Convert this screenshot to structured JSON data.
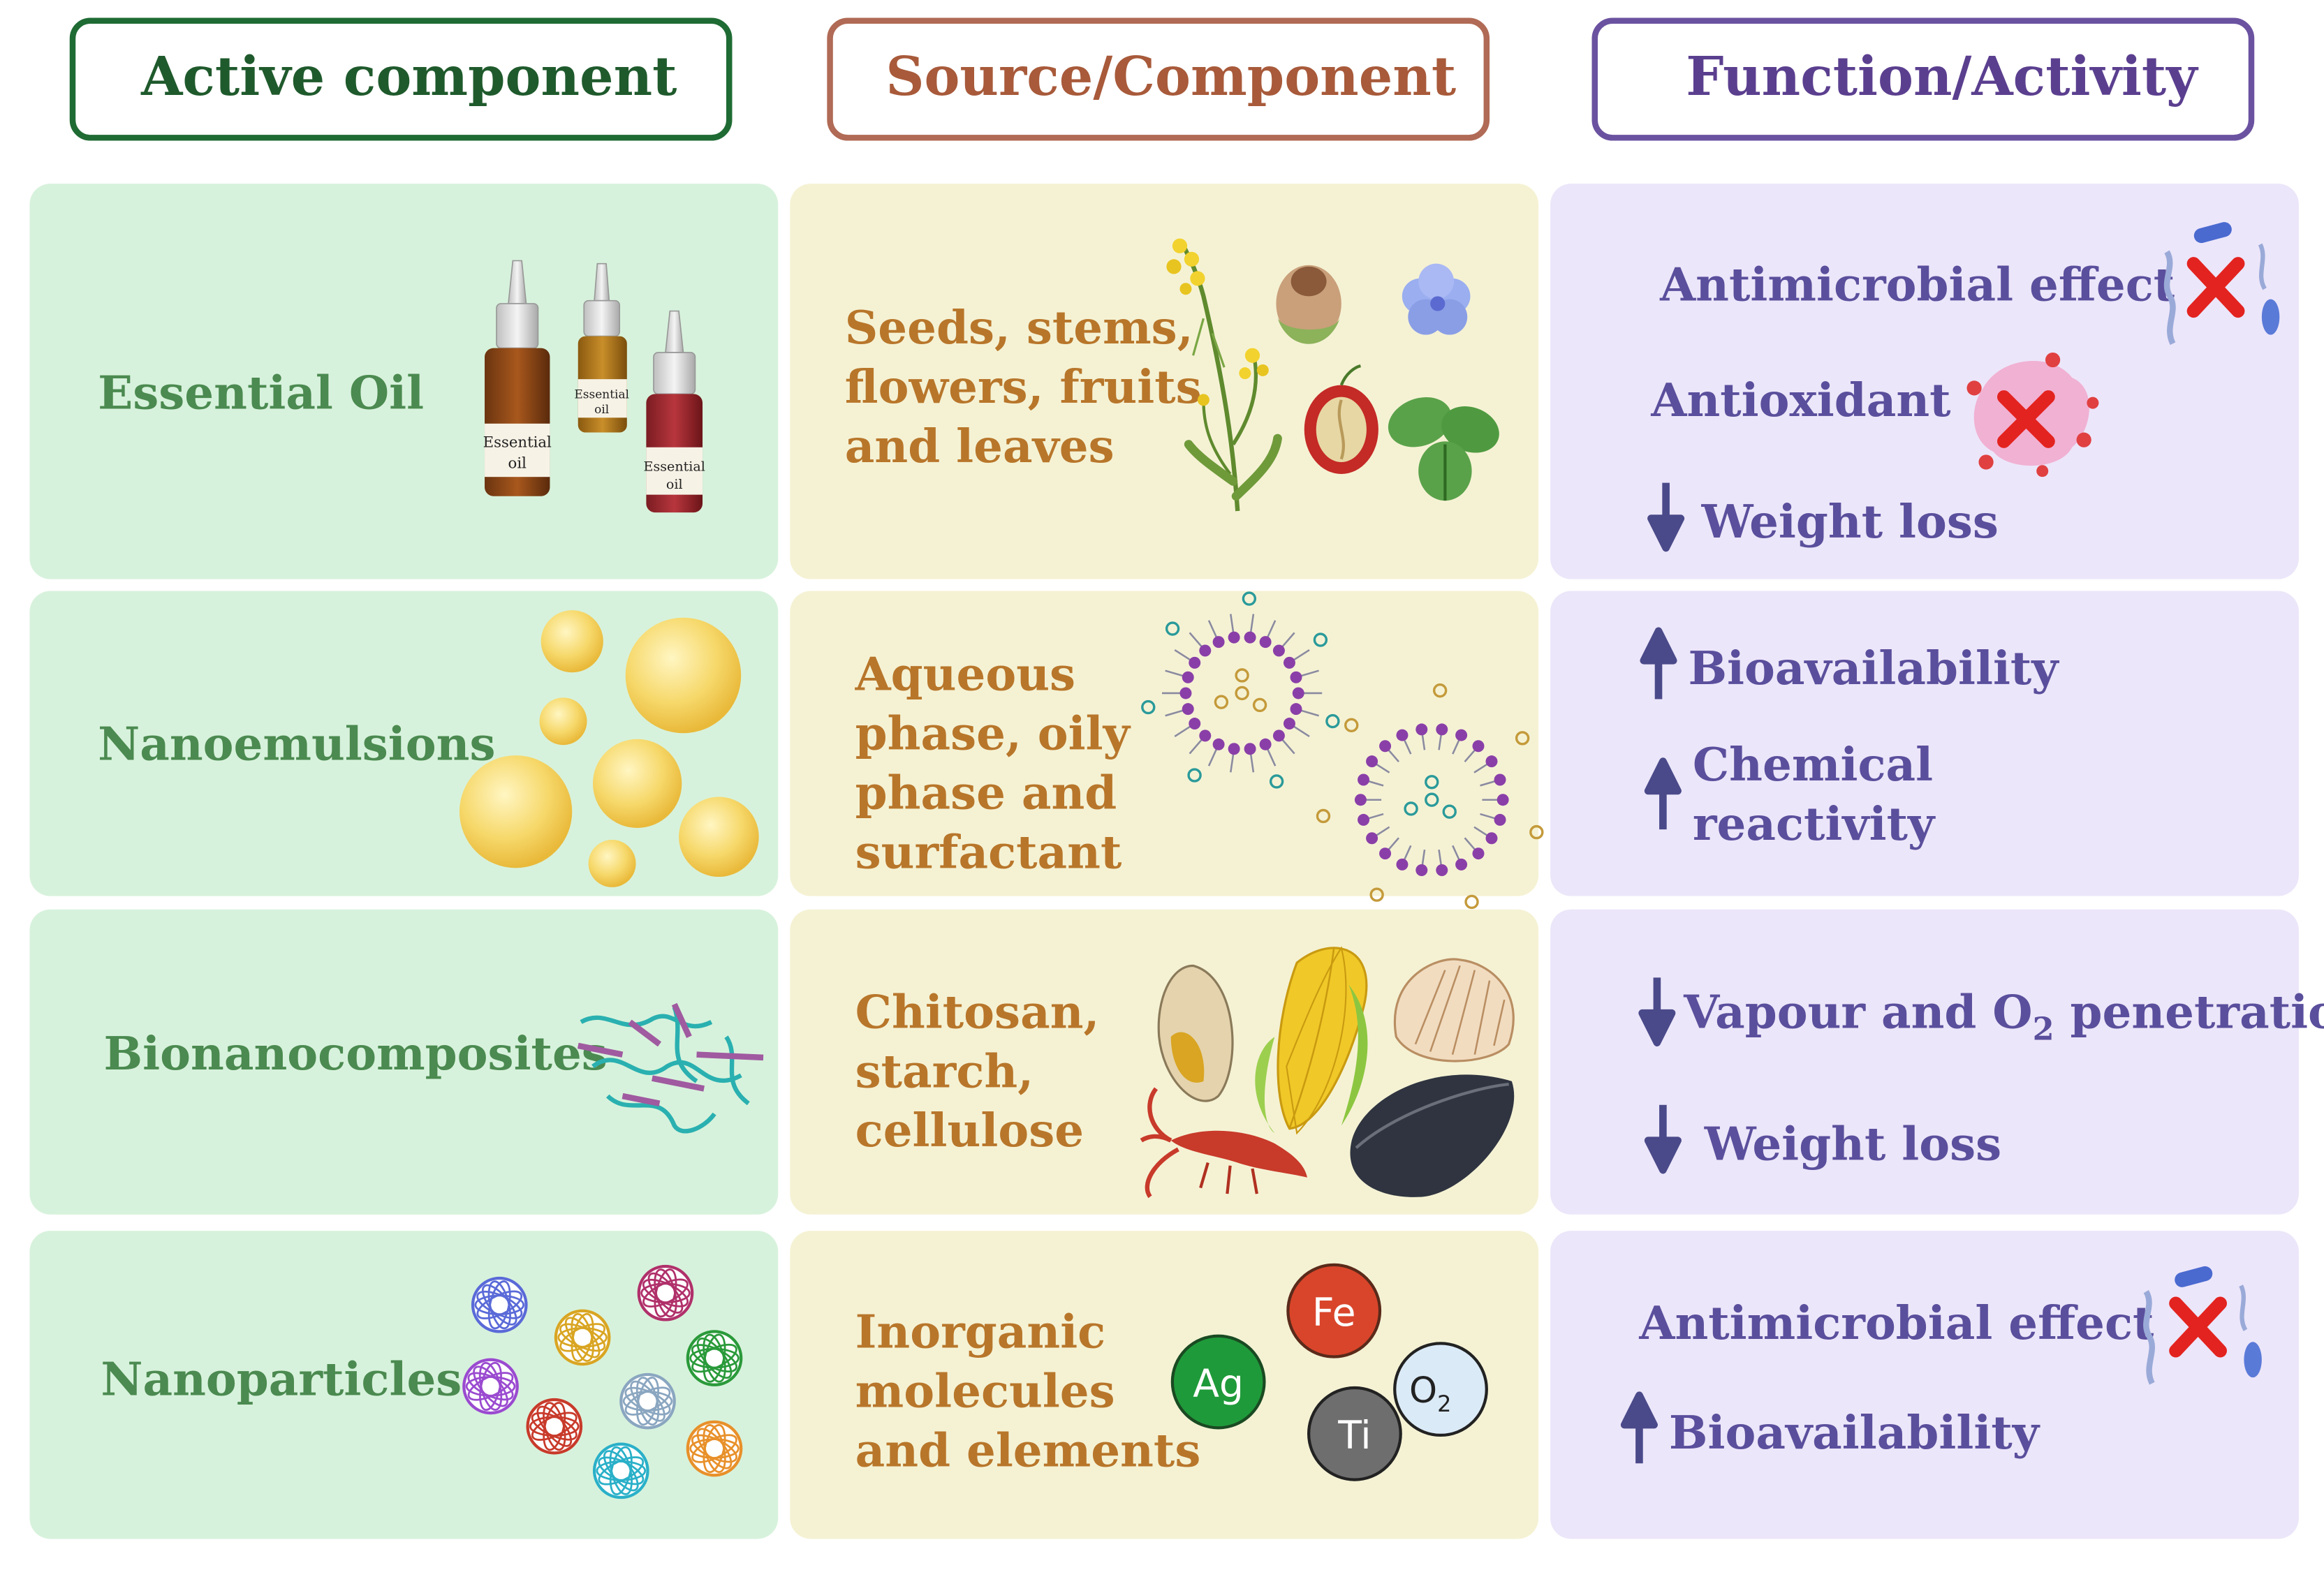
{
  "headers": {
    "active": "Active component",
    "source": "Source/Component",
    "function": "Function/Activity"
  },
  "colors": {
    "green_border": "#1f6b34",
    "brown_border": "#b06a55",
    "purple_border": "#6b52a0",
    "green_panel": "#d7f2dc",
    "yellow_panel": "#f5f2d4",
    "purple_panel": "#ece6fa",
    "green_text": "#4b8a50",
    "brown_text": "#b8762a",
    "purple_text": "#5a4f9c"
  },
  "rows": [
    {
      "active": "Essential Oil",
      "bottle_label_line1": "Essential",
      "bottle_label_line2": "oil",
      "source_lines": [
        "Seeds, stems,",
        "flowers, fruits",
        "and leaves"
      ],
      "functions": [
        {
          "arrow": "none",
          "text": "Antimicrobial effect",
          "icon": "bacteria-cross-icon"
        },
        {
          "arrow": "none",
          "text": "Antioxidant",
          "icon": "radical-cross-icon"
        },
        {
          "arrow": "down",
          "text": "Weight loss"
        }
      ]
    },
    {
      "active": "Nanoemulsions",
      "source_lines": [
        "Aqueous",
        "phase, oily",
        "phase and",
        "surfactant"
      ],
      "functions": [
        {
          "arrow": "up",
          "text": "Bioavailability"
        },
        {
          "arrow": "up",
          "text_lines": [
            "Chemical",
            "reactivity"
          ]
        }
      ]
    },
    {
      "active": "Bionanocomposites",
      "source_lines": [
        "Chitosan,",
        "starch,",
        "cellulose"
      ],
      "functions": [
        {
          "arrow": "down",
          "text_before": "Vapour and O",
          "subscript": "2",
          "text_after": " penetration"
        },
        {
          "arrow": "down",
          "text": "Weight loss"
        }
      ]
    },
    {
      "active": "Nanoparticles",
      "source_lines": [
        "Inorganic",
        "molecules",
        "and elements"
      ],
      "elements": [
        {
          "symbol": "Fe",
          "color": "#d9452b"
        },
        {
          "symbol": "Ag",
          "color": "#1f9a3a"
        },
        {
          "symbol": "Ti",
          "color": "#6e6e6e"
        },
        {
          "symbol": "O",
          "sub": "2",
          "color": "#dbeaf7"
        }
      ],
      "functions": [
        {
          "arrow": "none",
          "text": "Antimicrobial effect",
          "icon": "bacteria-cross-icon"
        },
        {
          "arrow": "up",
          "text": "Bioavailability"
        }
      ]
    }
  ]
}
